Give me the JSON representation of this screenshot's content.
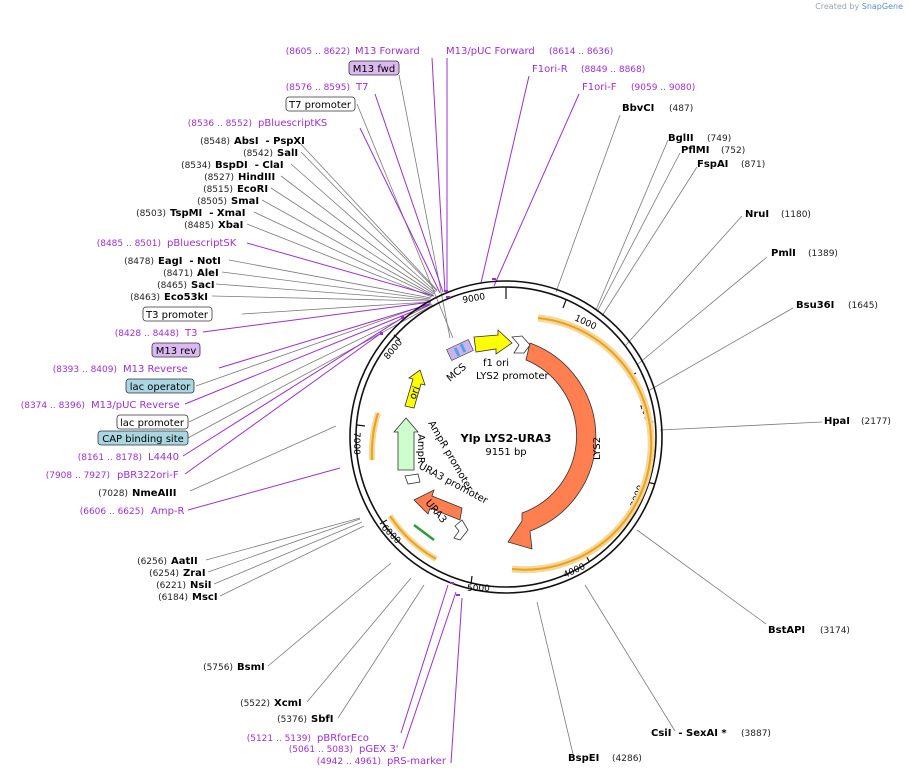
{
  "credit": {
    "prefix": "Created by",
    "brand": "SnapGene"
  },
  "plasmid": {
    "name": "YIp LYS2-URA3",
    "length": "9151 bp"
  },
  "enzymes_right": [
    {
      "name": "BbvCI",
      "pos": "(487)"
    },
    {
      "name": "BglII",
      "pos": "(749)"
    },
    {
      "name": "PflMI",
      "pos": "(752)"
    },
    {
      "name": "FspAI",
      "pos": "(871)"
    },
    {
      "name": "NruI",
      "pos": "(1180)"
    },
    {
      "name": "PmlI",
      "pos": "(1389)"
    },
    {
      "name": "Bsu36I",
      "pos": "(1645)"
    },
    {
      "name": "HpaI",
      "pos": "(2177)"
    },
    {
      "name": "BstAPI",
      "pos": "(3174)"
    },
    {
      "name": "CsiI  - SexAI *",
      "pos": "(3887)"
    },
    {
      "name": "BspEI",
      "pos": "(4286)"
    }
  ],
  "enzymes_left": [
    {
      "name": "AbsI  - PspXI",
      "pos": "(8548)"
    },
    {
      "name": "SalI",
      "pos": "(8542)"
    },
    {
      "name": "BspDI  - ClaI",
      "pos": "(8534)"
    },
    {
      "name": "HindIII",
      "pos": "(8527)"
    },
    {
      "name": "EcoRI",
      "pos": "(8515)"
    },
    {
      "name": "SmaI",
      "pos": "(8505)"
    },
    {
      "name": "TspMI  - XmaI",
      "pos": "(8503)"
    },
    {
      "name": "XbaI",
      "pos": "(8485)"
    },
    {
      "name": "EagI  - NotI",
      "pos": "(8478)"
    },
    {
      "name": "AleI",
      "pos": "(8471)"
    },
    {
      "name": "SacI",
      "pos": "(8465)"
    },
    {
      "name": "Eco53kI",
      "pos": "(8463)"
    },
    {
      "name": "NmeAIII",
      "pos": "(7028)"
    },
    {
      "name": "AatII",
      "pos": "(6256)"
    },
    {
      "name": "ZraI",
      "pos": "(6254)"
    },
    {
      "name": "NsiI",
      "pos": "(6221)"
    },
    {
      "name": "MscI",
      "pos": "(6184)"
    },
    {
      "name": "BsmI",
      "pos": "(5756)"
    },
    {
      "name": "XcmI",
      "pos": "(5522)"
    },
    {
      "name": "SbfI",
      "pos": "(5376)"
    }
  ],
  "primers": [
    {
      "name": "M13 Forward",
      "pos": "(8605 .. 8622)"
    },
    {
      "name": "M13/pUC Forward",
      "pos": "(8614 .. 8636)"
    },
    {
      "name": "F1ori-R",
      "pos": "(8849 .. 8868)"
    },
    {
      "name": "F1ori-F",
      "pos": "(9059 .. 9080)"
    },
    {
      "name": "T7",
      "pos": "(8576 .. 8595)"
    },
    {
      "name": "pBluescriptKS",
      "pos": "(8536 .. 8552)"
    },
    {
      "name": "pBluescriptSK",
      "pos": "(8485 .. 8501)"
    },
    {
      "name": "T3",
      "pos": "(8428 .. 8448)"
    },
    {
      "name": "M13 Reverse",
      "pos": "(8393 .. 8409)"
    },
    {
      "name": "M13/pUC Reverse",
      "pos": "(8374 .. 8396)"
    },
    {
      "name": "L4440",
      "pos": "(8161 .. 8178)"
    },
    {
      "name": "pBR322ori-F",
      "pos": "(7908 .. 7927)"
    },
    {
      "name": "Amp-R",
      "pos": "(6606 .. 6625)"
    },
    {
      "name": "pBRforEco",
      "pos": "(5121 .. 5139)"
    },
    {
      "name": "pGEX 3'",
      "pos": "(5061 .. 5083)"
    },
    {
      "name": "pRS-marker",
      "pos": "(4942 .. 4961)"
    }
  ],
  "boxes": [
    {
      "label": "M13 fwd"
    },
    {
      "label": "T7 promoter"
    },
    {
      "label": "T3 promoter"
    },
    {
      "label": "M13 rev"
    },
    {
      "label": "lac operator"
    },
    {
      "label": "lac promoter"
    },
    {
      "label": "CAP binding site"
    }
  ],
  "features": {
    "mcs": "MCS",
    "f1": "f1 ori",
    "lys2_prom": "LYS2 promoter",
    "lys2": "LYS2",
    "ori": "ori",
    "ampr": "AmpR",
    "ampr_prom": "AmpR promoter",
    "ura3_prom": "URA3 promoter",
    "ura3": "URA3"
  },
  "ticks": [
    "1000",
    "2000",
    "3000",
    "4000",
    "5000",
    "6000",
    "7000",
    "8000",
    "9000"
  ],
  "colors": {
    "primer": "#9b30d0",
    "lys2": "#ff7f50",
    "ura3": "#ff7f50",
    "ori": "#ffff00",
    "f1ori": "#ffff00",
    "ampr": "#ccffcc",
    "orf_band": "#e9a319",
    "box_purple": "#dcb8f0",
    "box_blue": "#a9d6e0"
  }
}
